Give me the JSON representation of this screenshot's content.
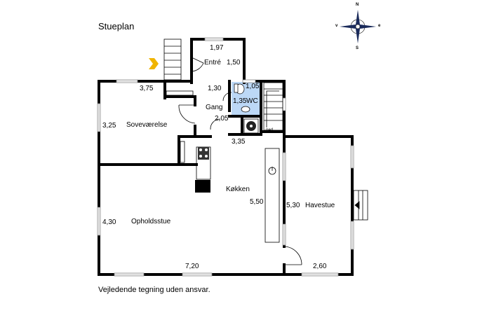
{
  "title": "Stueplan",
  "disclaimer": "Vejledende tegning uden ansvar.",
  "compass": {
    "n": "N",
    "s": "S",
    "e": "e",
    "w": "v"
  },
  "rooms": {
    "entre": "Entré",
    "gang": "Gang",
    "wc": "WC",
    "sovevaerelse": "Soveværelse",
    "koekken": "Køkken",
    "opholdsstue": "Opholdsstue",
    "havestue": "Havestue",
    "ned": "ned"
  },
  "dims": {
    "entre_width": "1,97",
    "entre_depth": "1,50",
    "sove_width": "3,75",
    "sove_depth": "3,25",
    "gang_width": "1,30",
    "gang_depth": "2,05",
    "wc_width": "1,05",
    "wc_depth": "1,35",
    "koek_width": "3,35",
    "koek_depth": "5,50",
    "ophold_depth": "4,30",
    "ophold_width": "7,20",
    "have_depth": "5,30",
    "have_width": "2,60"
  },
  "colors": {
    "wall": "#000000",
    "window": "#ffffff",
    "window_line": "#888888",
    "wc_fill": "#bcd8f6",
    "arrow": "#f0b400",
    "stove": "#333333"
  }
}
